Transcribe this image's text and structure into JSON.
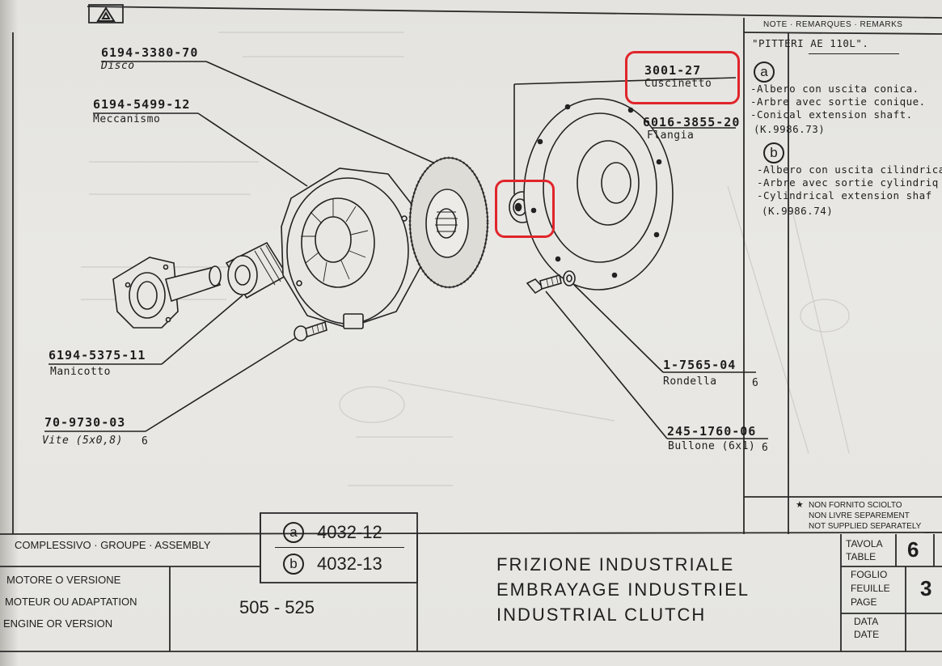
{
  "parts": {
    "disco": {
      "number": "6194-3380-70",
      "name": "Disco"
    },
    "meccanismo": {
      "number": "6194-5499-12",
      "name": "Meccanismo"
    },
    "manicotto": {
      "number": "6194-5375-11",
      "name": "Manicotto"
    },
    "vite": {
      "number": "70-9730-03",
      "name": "Vite (5x0,8)",
      "qty": "6"
    },
    "cuscinetto": {
      "number": "3001-27",
      "name": "Cuscinetto"
    },
    "flangia": {
      "number": "6016-3855-20",
      "name": "Flangia"
    },
    "rondella": {
      "number": "1-7565-04",
      "name": "Rondella",
      "qty": "6"
    },
    "bullone": {
      "number": "245-1760-06",
      "name": "Bullone (6x1)",
      "qty": "6"
    }
  },
  "notes": {
    "header": "NOTE · REMARQUES · REMARKS",
    "model": "\"PITTERI AE 110L\".",
    "a_marker": "a",
    "a_lines": [
      "-Albero con uscita conica.",
      "-Arbre avec sortie conique.",
      "-Conical extension shaft.",
      "(K.9986.73)"
    ],
    "b_marker": "b",
    "b_lines": [
      "-Albero con uscita cilindrica",
      "-Arbre avec sortie cylindriq",
      "-Cylindrical extension shaf",
      "(K.9986.74)"
    ],
    "footnote_star": "★",
    "footnote": [
      "NON FORNITO SCIOLTO",
      "NON LIVRE SEPAREMENT",
      "NOT SUPPLIED SEPARATELY"
    ]
  },
  "title_block": {
    "assembly_label": "COMPLESSIVO · GROUPE · ASSEMBLY",
    "assembly_a_marker": "a",
    "assembly_a": "4032-12",
    "assembly_b_marker": "b",
    "assembly_b": "4032-13",
    "engine_label": [
      "MOTORE O VERSIONE",
      "MOTEUR OU ADAPTATION",
      "ENGINE OR VERSION"
    ],
    "engine_value": "505 - 525",
    "title": [
      "FRIZIONE   INDUSTRIALE",
      "EMBRAYAGE   INDUSTRIEL",
      "INDUSTRIAL   CLUTCH"
    ],
    "table_label": [
      "TAVOLA",
      "TABLE"
    ],
    "table_value": "6",
    "page_label": [
      "FOGLIO",
      "FEUILLE",
      "PAGE"
    ],
    "page_value": "3",
    "date_label": [
      "DATA",
      "DATE"
    ]
  },
  "logo_symbol": "⚠"
}
